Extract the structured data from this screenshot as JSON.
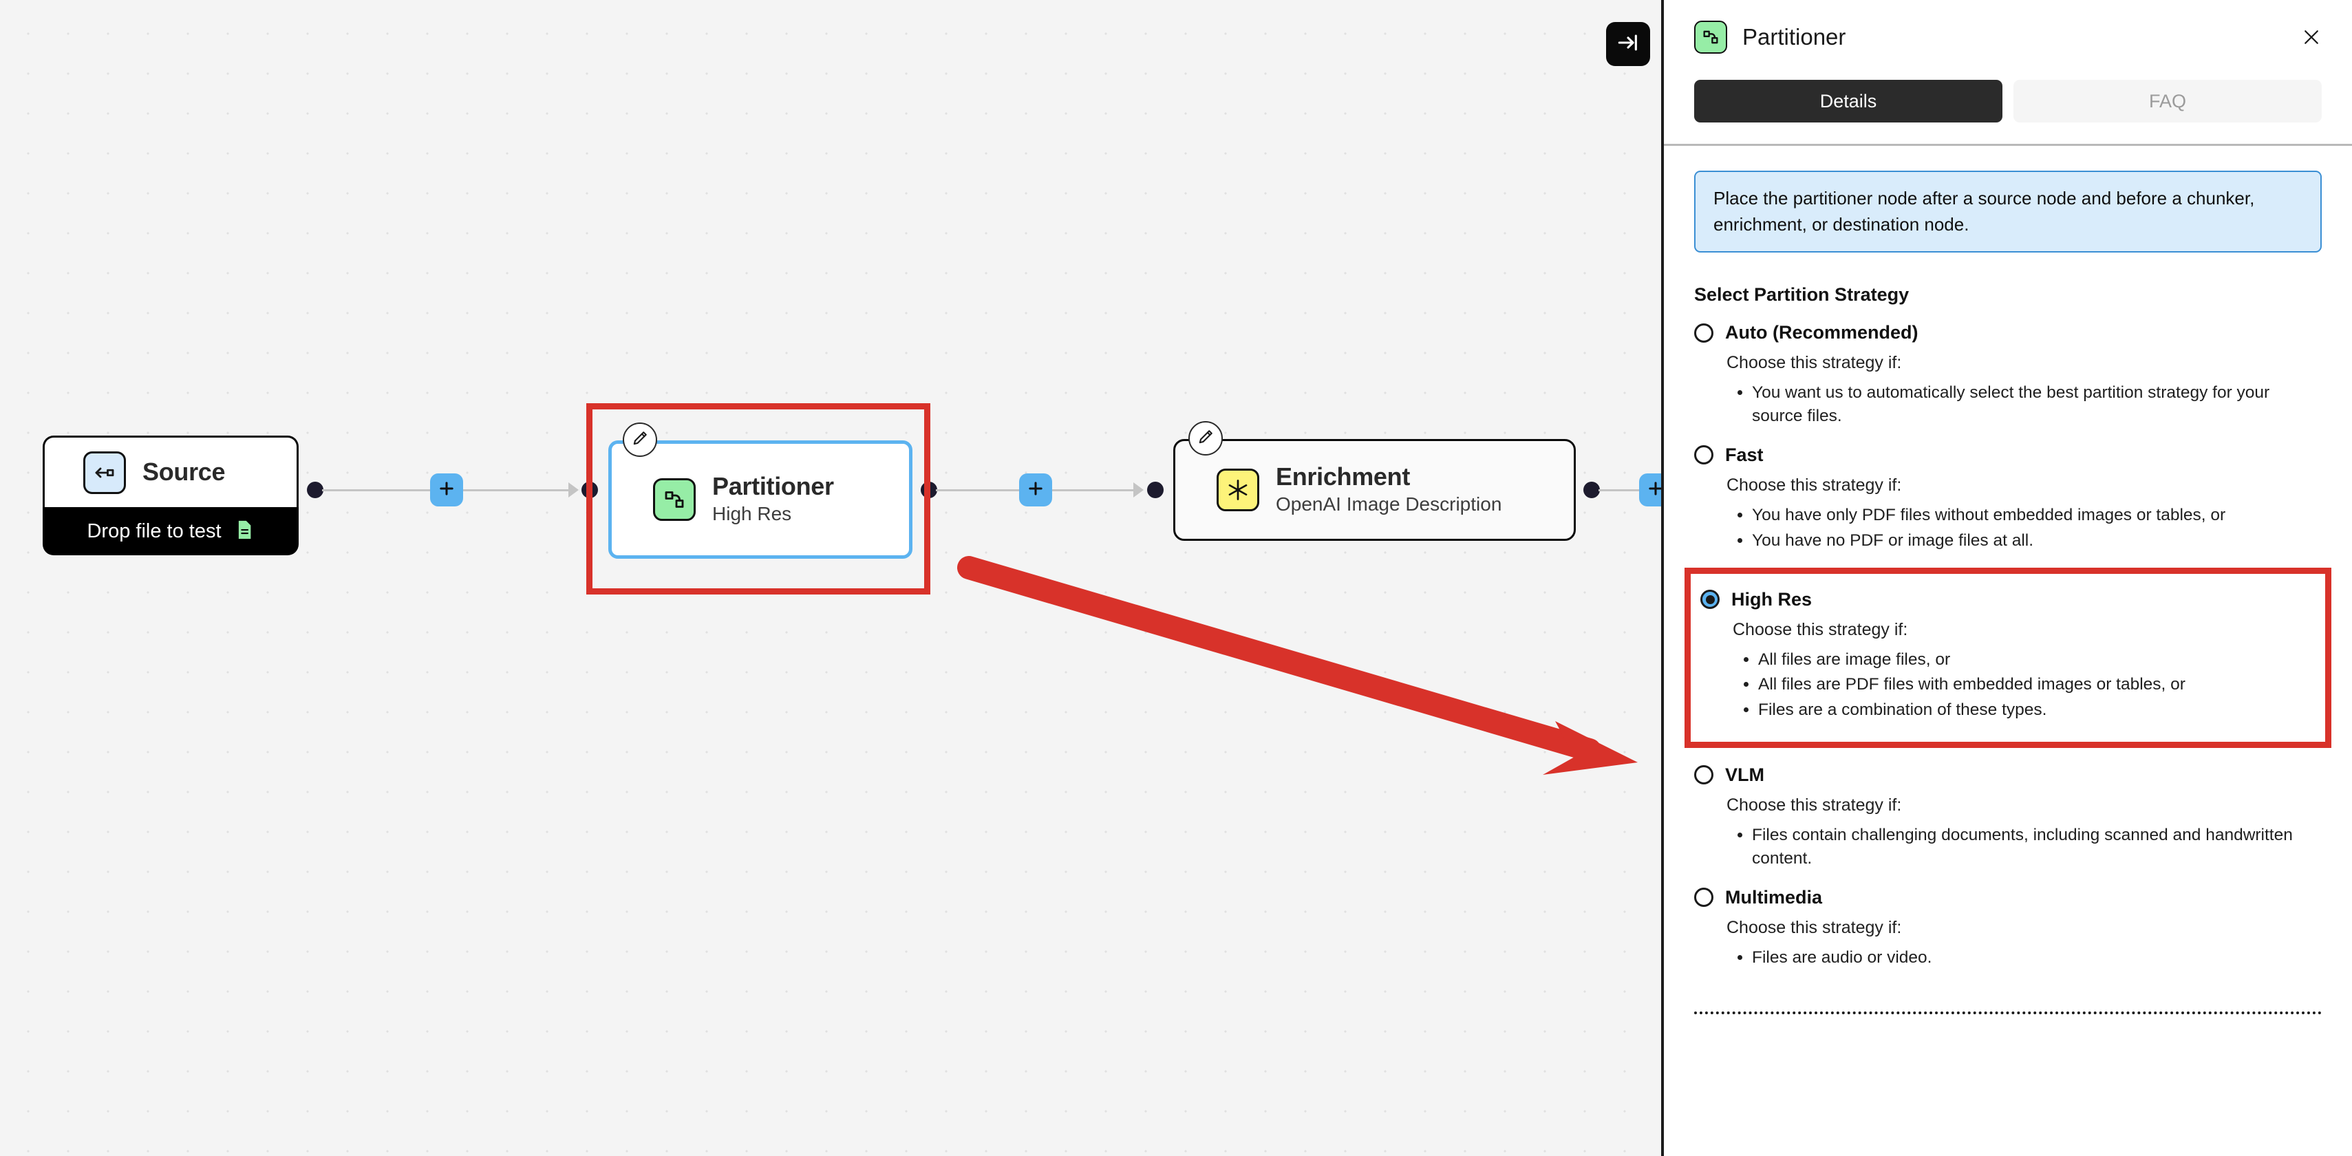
{
  "canvas": {
    "collapse_button_icon": "arrow-to-line-right-icon",
    "nodes": [
      {
        "title": "Source",
        "subtitle": "",
        "icon": "source-arrow-icon",
        "footer_label": "Drop file to test",
        "footer_icon": "document-icon"
      },
      {
        "title": "Partitioner",
        "subtitle": "High Res",
        "icon": "partition-icon"
      },
      {
        "title": "Enrichment",
        "subtitle": "OpenAI Image Description",
        "icon": "sparkle-asterisk-icon"
      }
    ],
    "add_button_label": "+",
    "edit_badge_icon": "pencil-icon",
    "annotation_color": "#d8322a"
  },
  "panel": {
    "title": "Partitioner",
    "header_icon": "partition-icon",
    "close_icon": "close-icon",
    "tabs": [
      {
        "label": "Details",
        "active": true
      },
      {
        "label": "FAQ",
        "active": false
      }
    ],
    "callout": "Place the partitioner node after a source node and before a chunker, enrichment, or destination node.",
    "strategy_heading": "Select Partition Strategy",
    "prompt_text": "Choose this strategy if:",
    "options": [
      {
        "label": "Auto (Recommended)",
        "selected": false,
        "highlighted": false,
        "bullets": [
          "You want us to automatically select the best partition strategy for your source files."
        ]
      },
      {
        "label": "Fast",
        "selected": false,
        "highlighted": false,
        "bullets": [
          "You have only PDF files without embedded images or tables, or",
          "You have no PDF or image files at all."
        ]
      },
      {
        "label": "High Res",
        "selected": true,
        "highlighted": true,
        "bullets": [
          "All files are image files, or",
          "All files are PDF files with embedded images or tables, or",
          "Files are a combination of these types."
        ]
      },
      {
        "label": "VLM",
        "selected": false,
        "highlighted": false,
        "bullets": [
          "Files contain challenging documents, including scanned and handwritten content."
        ]
      },
      {
        "label": "Multimedia",
        "selected": false,
        "highlighted": false,
        "bullets": [
          "Files are audio or video."
        ]
      }
    ]
  },
  "colors": {
    "accent_blue": "#5cb3f0",
    "annotation_red": "#d8322a",
    "node_green": "#96eda6",
    "node_yellow": "#fdf37a",
    "node_blue": "#d7eafb",
    "callout_bg": "#d9ecfb"
  }
}
